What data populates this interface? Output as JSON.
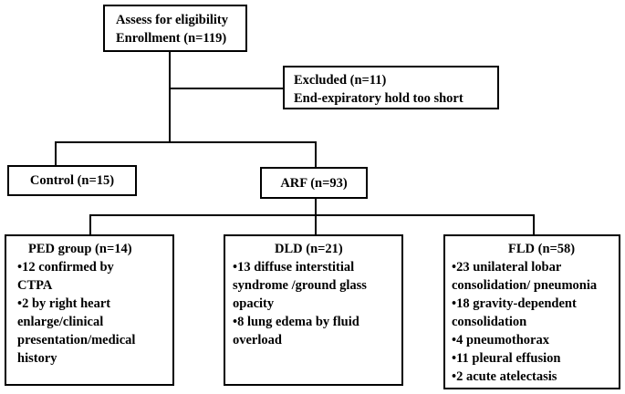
{
  "enrollment": {
    "line1": "Assess for eligibility",
    "line2": "Enrollment  (n=119)"
  },
  "excluded": {
    "line1": "Excluded  (n=11)",
    "line2": "End-expiratory  hold  too short"
  },
  "control": {
    "label": "Control  (n=15)"
  },
  "arf": {
    "label": "ARF (n=93)"
  },
  "ped": {
    "title": "PED group (n=14)",
    "lines": [
      "•12 confirmed  by",
      "CTPA",
      "•2 by right heart",
      "enlarge/clinical",
      "presentation/medical",
      "history"
    ]
  },
  "dld": {
    "title": "DLD (n=21)",
    "lines": [
      "•13  diffuse interstitial",
      "syndrome  /ground glass",
      "opacity",
      "•8 lung edema  by fluid",
      "overload"
    ]
  },
  "fld": {
    "title": "FLD (n=58)",
    "lines": [
      "•23 unilateral lobar",
      "consolidation/  pneumonia",
      "•18 gravity-dependent",
      "consolidation",
      "•4 pneumothorax",
      "•11 pleural  effusion",
      "•2 acute atelectasis"
    ]
  }
}
